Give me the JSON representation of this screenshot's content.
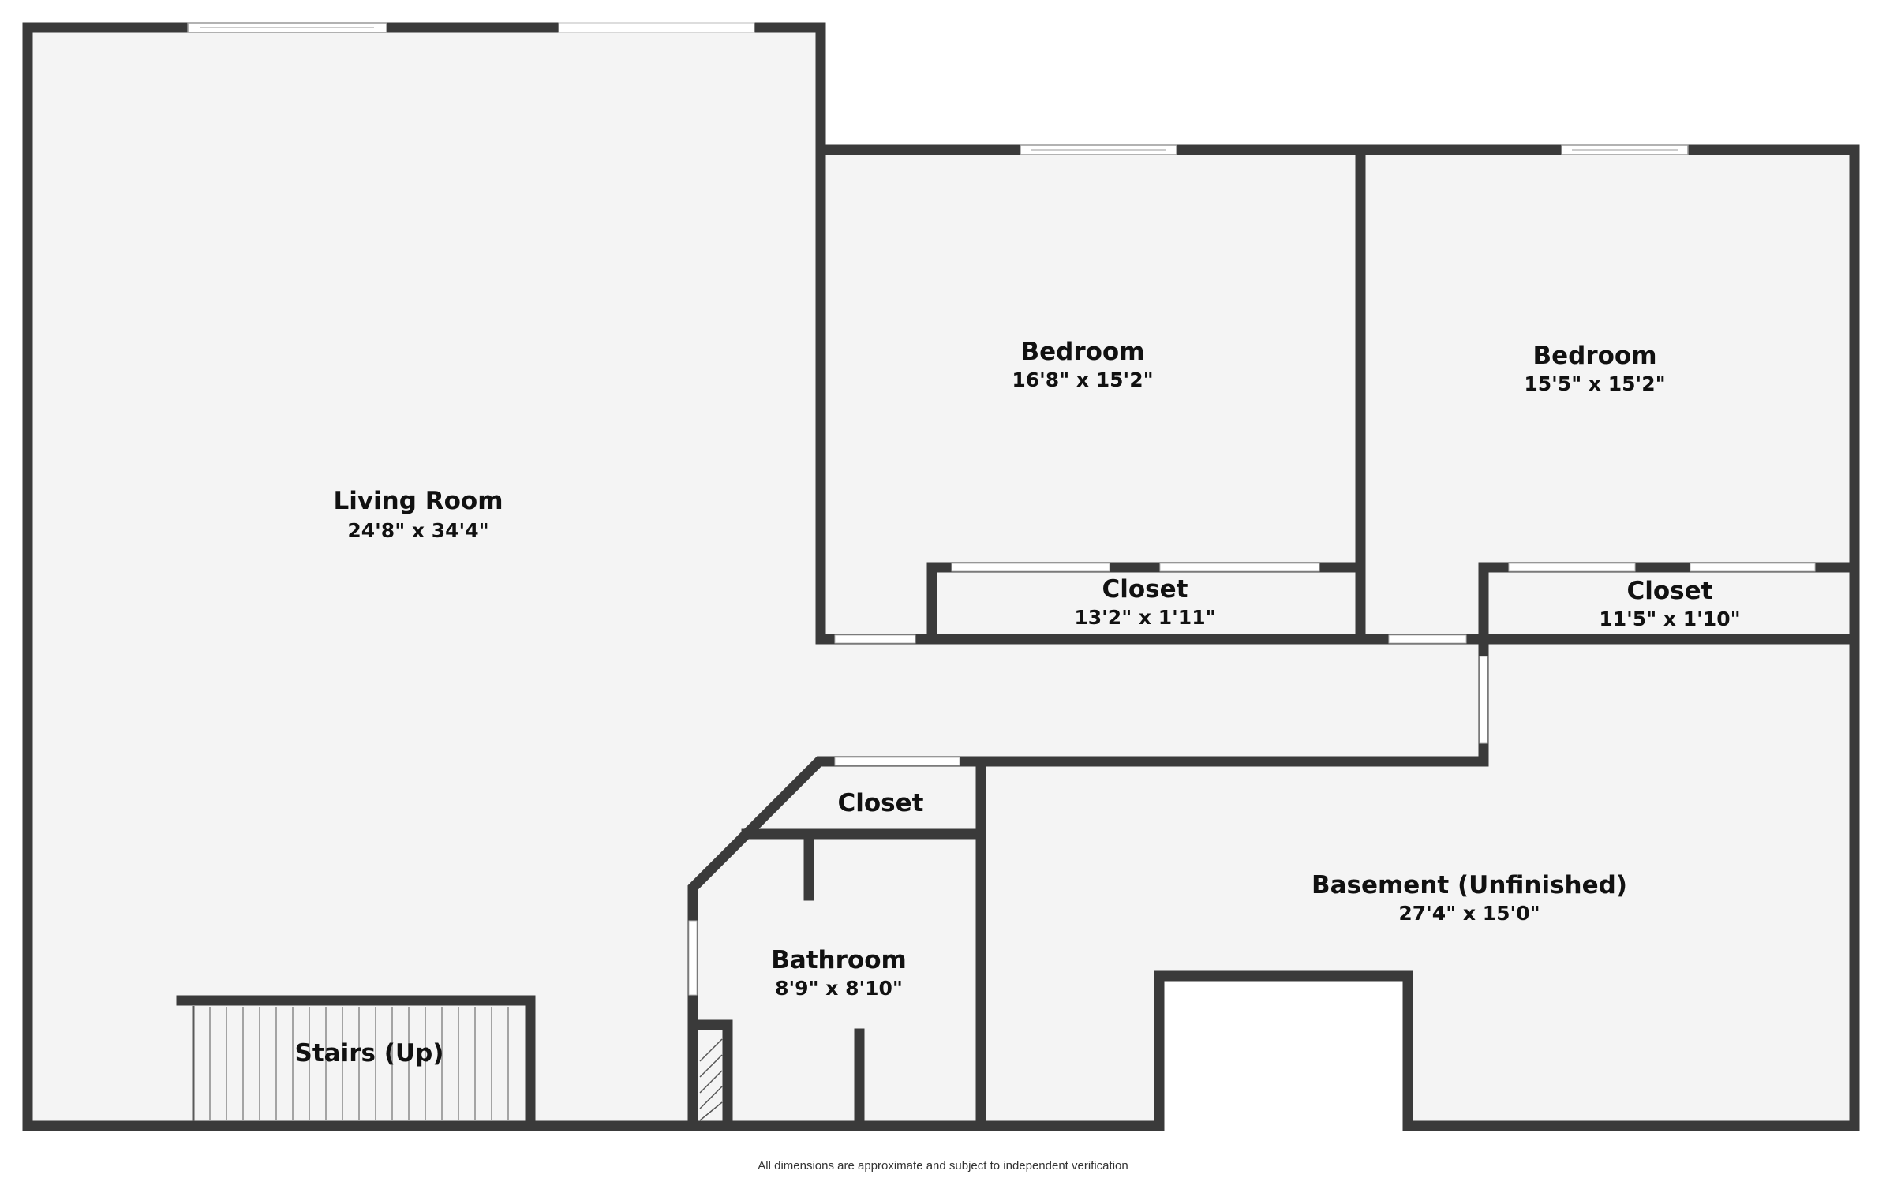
{
  "rooms": {
    "living_room": {
      "name": "Living Room",
      "dimensions": "24'8\" x 34'4\""
    },
    "bedroom_1": {
      "name": "Bedroom",
      "dimensions": "16'8\" x 15'2\""
    },
    "bedroom_2": {
      "name": "Bedroom",
      "dimensions": "15'5\" x 15'2\""
    },
    "closet_1": {
      "name": "Closet",
      "dimensions": "13'2\" x 1'11\""
    },
    "closet_2": {
      "name": "Closet",
      "dimensions": "11'5\" x 1'10\""
    },
    "closet_3": {
      "name": "Closet"
    },
    "basement": {
      "name": "Basement (Unfinished)",
      "dimensions": "27'4\" x 15'0\""
    },
    "bathroom": {
      "name": "Bathroom",
      "dimensions": "8'9\" x 8'10\""
    },
    "stairs": {
      "name": "Stairs (Up)"
    }
  },
  "disclaimer": "All dimensions are approximate and subject to independent verification",
  "colors": {
    "wall": "#3a3a3a",
    "floor": "#f4f4f4",
    "background": "#ffffff",
    "opening": "#ffffff"
  }
}
